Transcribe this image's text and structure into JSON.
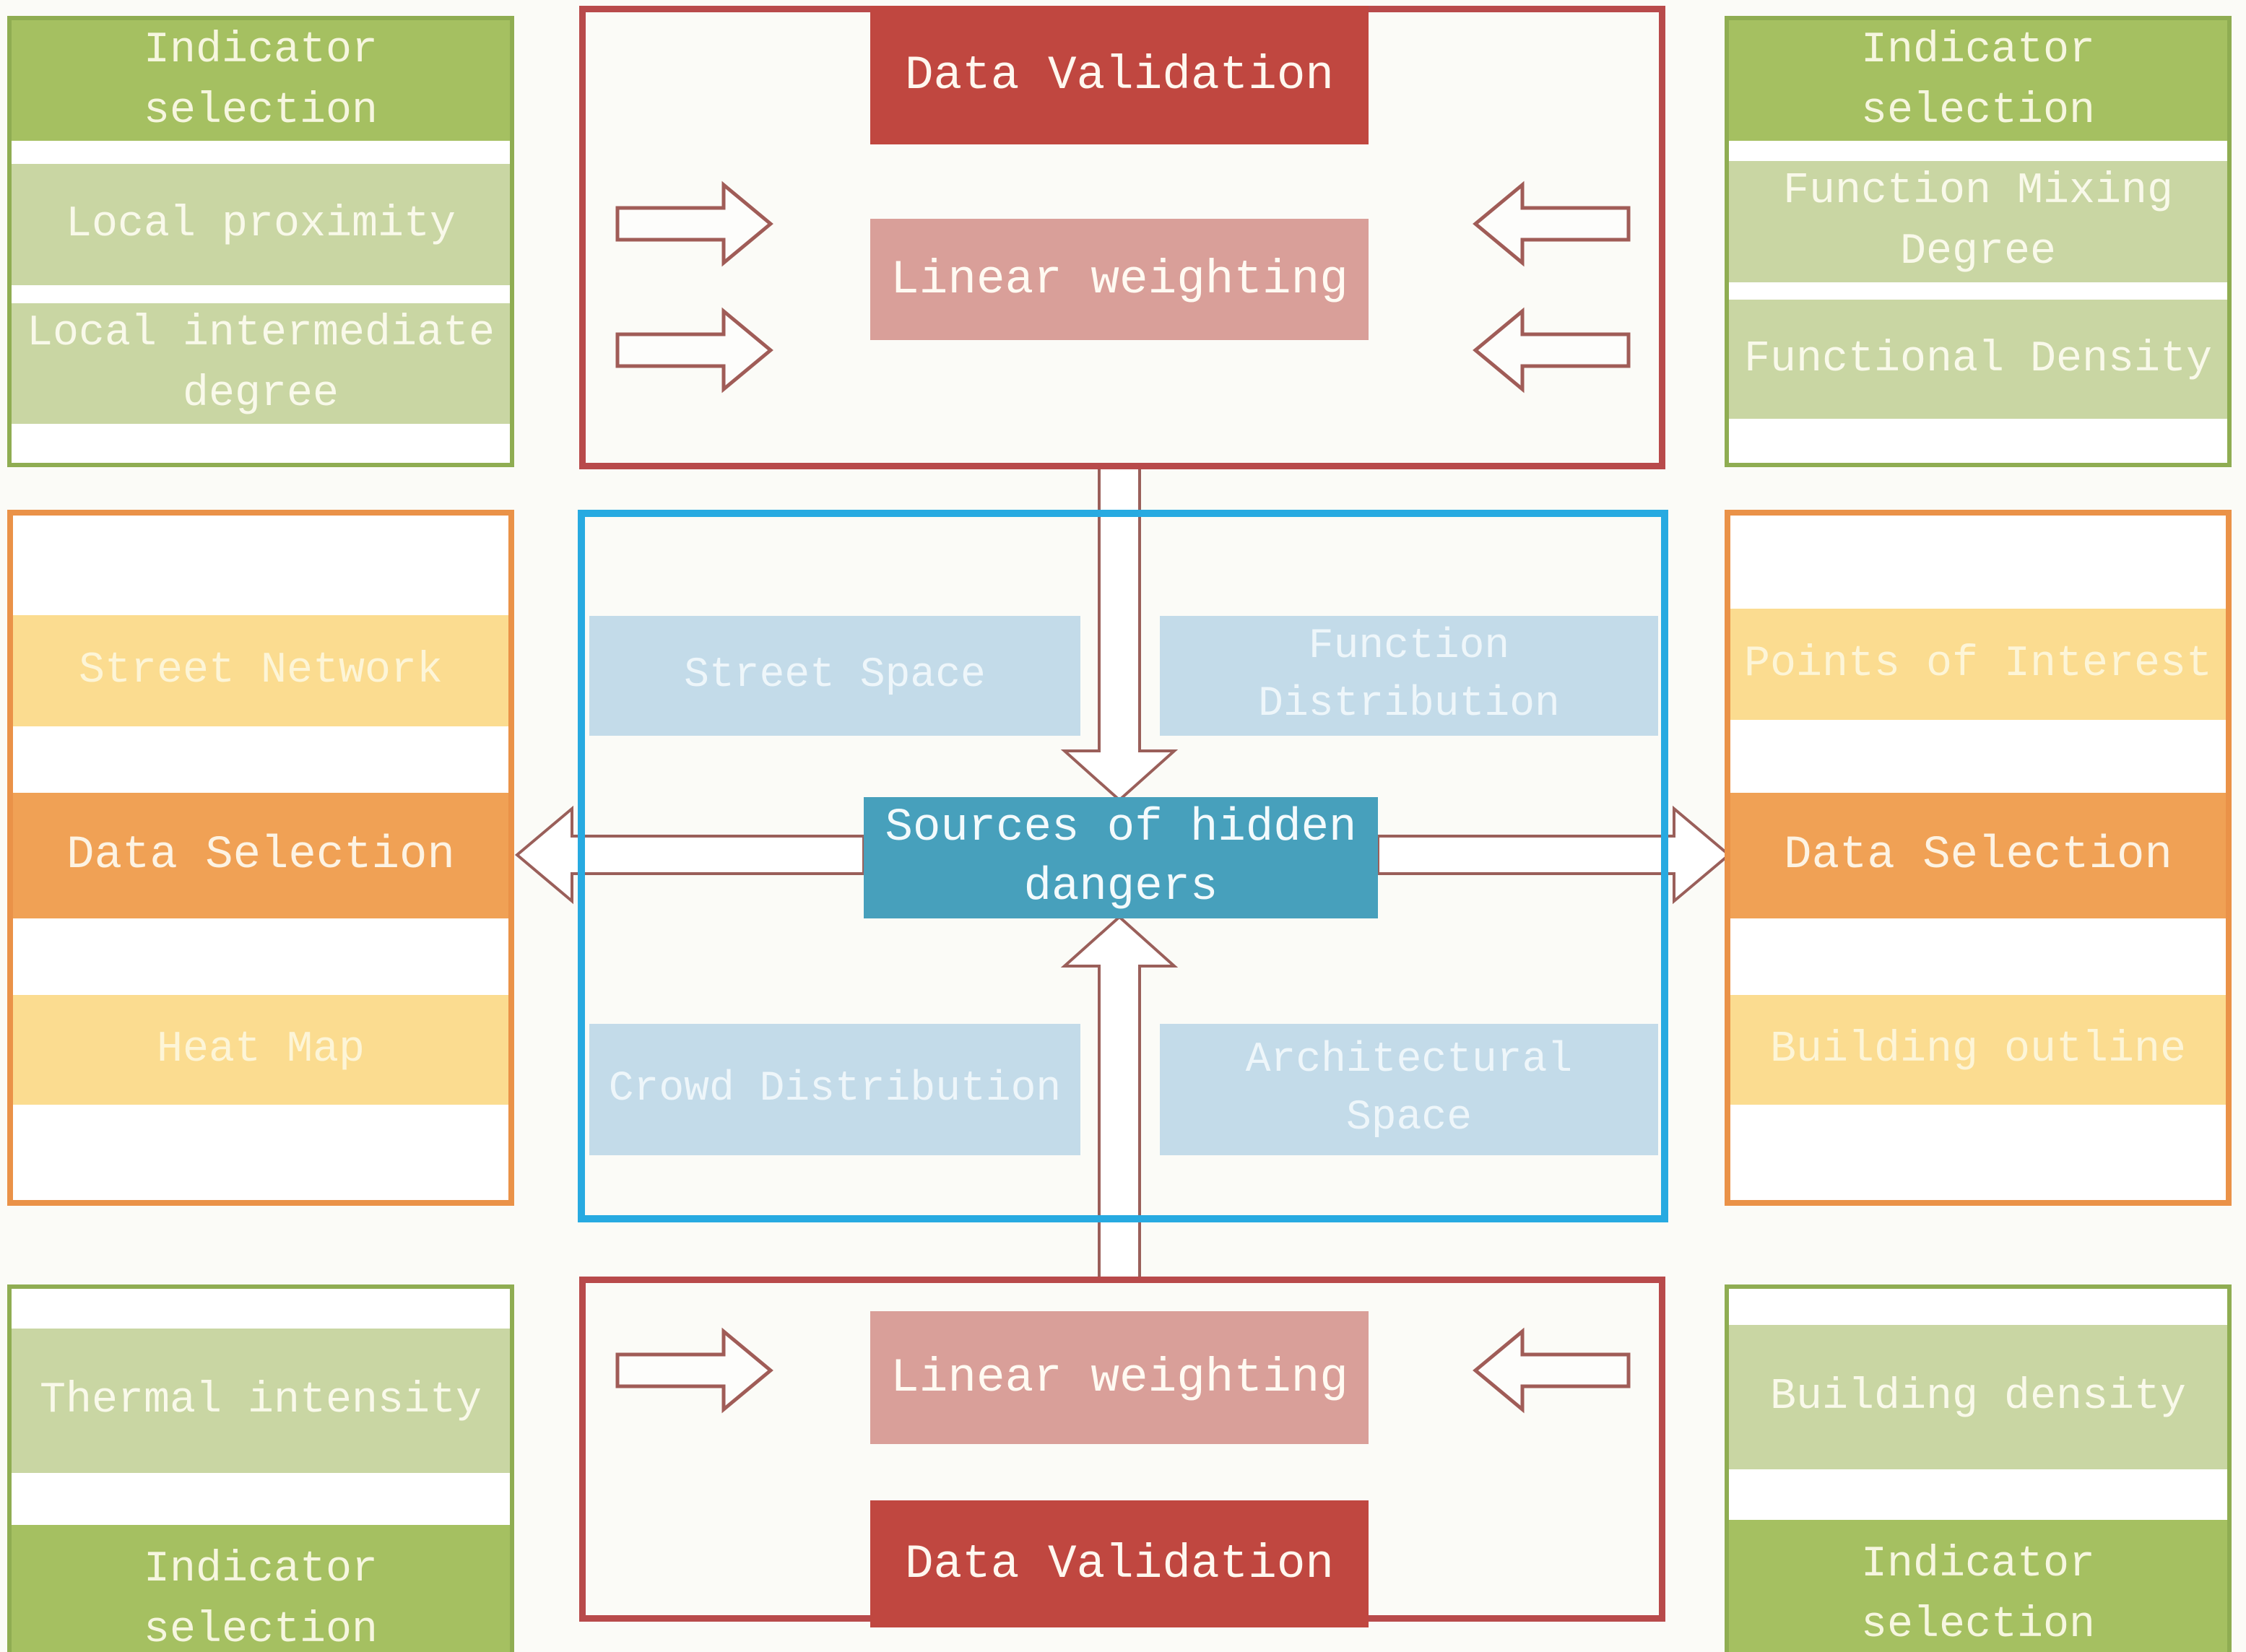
{
  "boxes": {
    "top_left": {
      "header": "Indicator selection",
      "row1": "Local proximity",
      "row2": "Local intermediate degree"
    },
    "top_center": {
      "validation": "Data Validation",
      "weighting": "Linear weighting"
    },
    "top_right": {
      "header": "Indicator selection",
      "row1": "Function Mixing Degree",
      "row2": "Functional Density"
    },
    "mid_left": {
      "row1": "Street Network",
      "row2": "Data Selection",
      "row3": "Heat Map"
    },
    "center": {
      "q1": "Street Space",
      "q2": "Function Distribution",
      "q3": "Crowd Distribution",
      "q4": "Architectural Space",
      "hub": "Sources of hidden dangers"
    },
    "mid_right": {
      "row1": "Points of Interest",
      "row2": "Data Selection",
      "row3": "Building outline"
    },
    "bottom_left": {
      "row1": "Thermal intensity",
      "footer": "Indicator selection"
    },
    "bottom_center": {
      "weighting": "Linear weighting",
      "validation": "Data Validation"
    },
    "bottom_right": {
      "row1": "Building density",
      "footer": "Indicator selection"
    }
  },
  "colors": {
    "green_border": "#8fad52",
    "green_dark": "#a5c061",
    "green_light": "#c9d6a3",
    "orange_border": "#ea9248",
    "orange": "#f0a155",
    "yellow": "#fbdc90",
    "blue_border": "#27aae1",
    "blue_light": "#c3dbe9",
    "teal": "#47a0bc",
    "red_border": "#b84a4b",
    "red_dark": "#c04740",
    "pink": "#d99f99",
    "arrow_outline": "#9a5f5a",
    "background": "#fbfbf7"
  }
}
